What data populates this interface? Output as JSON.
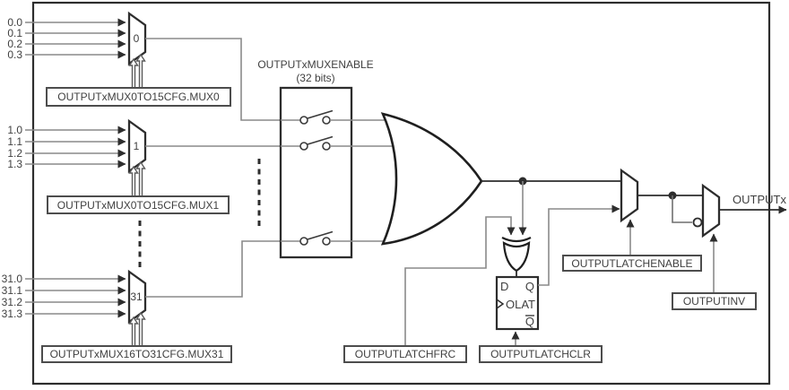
{
  "diagram": {
    "muxes": [
      {
        "id": "0",
        "inputs": [
          "0.0",
          "0.1",
          "0.2",
          "0.3"
        ],
        "config": "OUTPUTxMUX0TO15CFG.MUX0"
      },
      {
        "id": "1",
        "inputs": [
          "1.0",
          "1.1",
          "1.2",
          "1.3"
        ],
        "config": "OUTPUTxMUX0TO15CFG.MUX1"
      },
      {
        "id": "31",
        "inputs": [
          "31.0",
          "31.1",
          "31.2",
          "31.3"
        ],
        "config": "OUTPUTxMUX16TO31CFG.MUX31"
      }
    ],
    "mux_enable_block": {
      "label": "OUTPUTxMUXENABLE",
      "bits": "(32 bits)"
    },
    "latch": {
      "d_pin": "D",
      "q_pin": "Q",
      "qbar_pin": "Q",
      "name": "OLAT"
    },
    "control_boxes": {
      "latch_frc": "OUTPUTLATCHFRC",
      "latch_clr": "OUTPUTLATCHCLR",
      "latch_enable": "OUTPUTLATCHENABLE",
      "output_inv": "OUTPUTINV"
    },
    "output_signal": "OUTPUTx",
    "colors": {
      "wire": "#8a8a8a",
      "shape": "#2d2d2d",
      "box_border": "#4d4d4d",
      "text": "#3f3f3f"
    }
  }
}
